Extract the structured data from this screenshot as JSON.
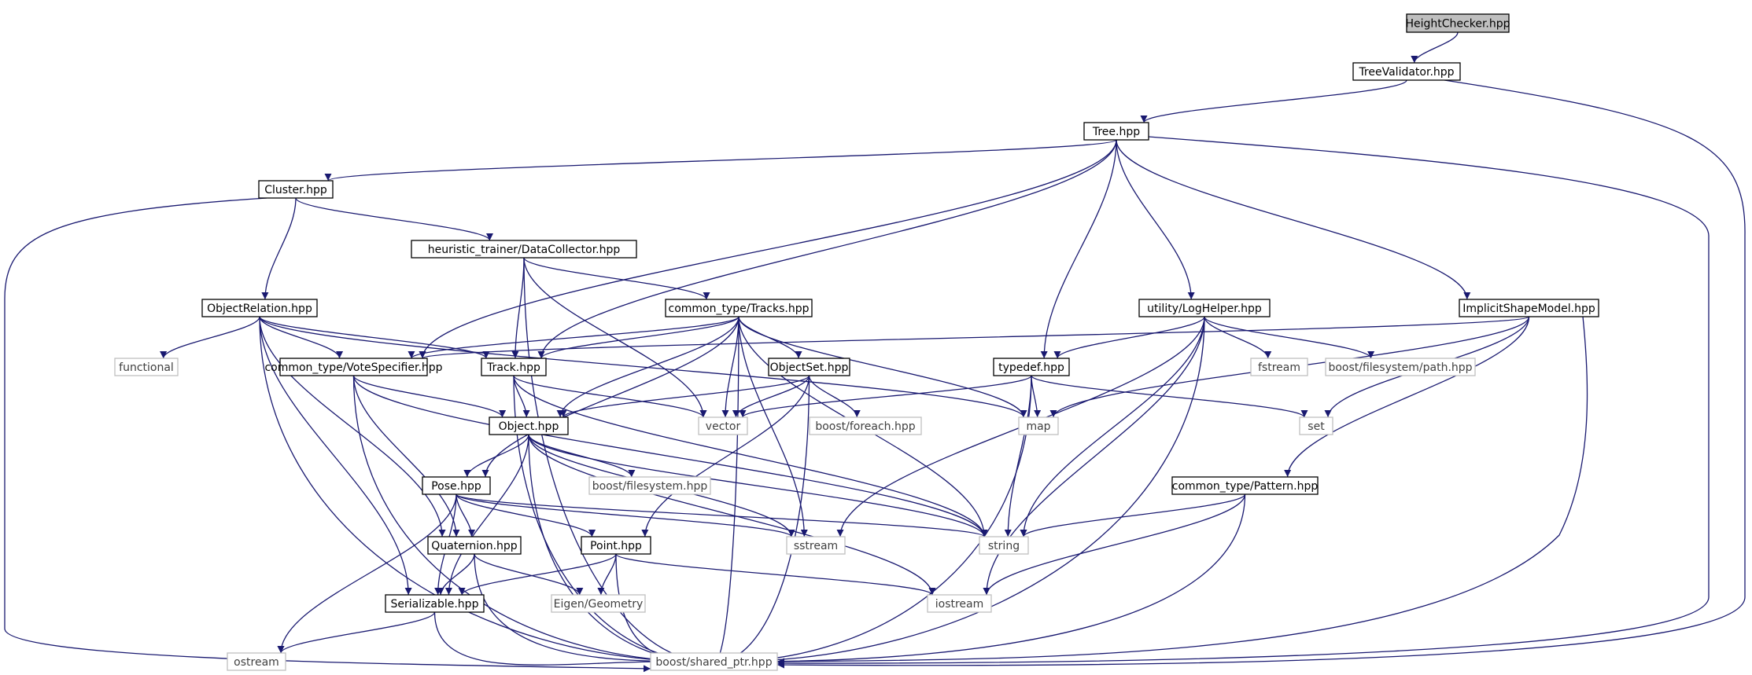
{
  "diagram": {
    "title": "",
    "colors": {
      "edge": "#191970",
      "node_border": "#000000",
      "external_border": "#bfbfbf",
      "external_text": "#404040",
      "root_fill": "#bfbfbf",
      "node_fill": "#ffffff",
      "text": "#000000"
    },
    "nodes": [
      {
        "id": "heightchecker",
        "label": "HeightChecker.hpp",
        "kind": "root"
      },
      {
        "id": "treevalidator",
        "label": "TreeValidator.hpp",
        "kind": "file"
      },
      {
        "id": "tree",
        "label": "Tree.hpp",
        "kind": "file"
      },
      {
        "id": "cluster",
        "label": "Cluster.hpp",
        "kind": "file"
      },
      {
        "id": "datacollector",
        "label": "heuristic_trainer/DataCollector.hpp",
        "kind": "file"
      },
      {
        "id": "objectrelation",
        "label": "ObjectRelation.hpp",
        "kind": "file"
      },
      {
        "id": "tracks",
        "label": "common_type/Tracks.hpp",
        "kind": "file"
      },
      {
        "id": "loghelper",
        "label": "utility/LogHelper.hpp",
        "kind": "file"
      },
      {
        "id": "ism",
        "label": "ImplicitShapeModel.hpp",
        "kind": "file"
      },
      {
        "id": "functional",
        "label": "functional",
        "kind": "external"
      },
      {
        "id": "votespecifier",
        "label": "common_type/VoteSpecifier.hpp",
        "kind": "file"
      },
      {
        "id": "track",
        "label": "Track.hpp",
        "kind": "file"
      },
      {
        "id": "objectset",
        "label": "ObjectSet.hpp",
        "kind": "file"
      },
      {
        "id": "typedef",
        "label": "typedef.hpp",
        "kind": "file"
      },
      {
        "id": "fstream",
        "label": "fstream",
        "kind": "external"
      },
      {
        "id": "boostpath",
        "label": "boost/filesystem/path.hpp",
        "kind": "external"
      },
      {
        "id": "vector",
        "label": "vector",
        "kind": "external"
      },
      {
        "id": "boostforeach",
        "label": "boost/foreach.hpp",
        "kind": "external"
      },
      {
        "id": "map",
        "label": "map",
        "kind": "external"
      },
      {
        "id": "set",
        "label": "set",
        "kind": "external"
      },
      {
        "id": "object",
        "label": "Object.hpp",
        "kind": "file"
      },
      {
        "id": "boostfs",
        "label": "boost/filesystem.hpp",
        "kind": "external"
      },
      {
        "id": "pose",
        "label": "Pose.hpp",
        "kind": "file"
      },
      {
        "id": "pattern",
        "label": "common_type/Pattern.hpp",
        "kind": "file"
      },
      {
        "id": "quaternion",
        "label": "Quaternion.hpp",
        "kind": "file"
      },
      {
        "id": "point",
        "label": "Point.hpp",
        "kind": "file"
      },
      {
        "id": "sstream",
        "label": "sstream",
        "kind": "external"
      },
      {
        "id": "string",
        "label": "string",
        "kind": "external"
      },
      {
        "id": "serializable",
        "label": "Serializable.hpp",
        "kind": "file"
      },
      {
        "id": "eigen",
        "label": "Eigen/Geometry",
        "kind": "external"
      },
      {
        "id": "iostream",
        "label": "iostream",
        "kind": "external"
      },
      {
        "id": "ostream",
        "label": "ostream",
        "kind": "external"
      },
      {
        "id": "sharedptr",
        "label": "boost/shared_ptr.hpp",
        "kind": "external"
      }
    ],
    "edges": [
      {
        "from": "heightchecker",
        "to": "treevalidator"
      },
      {
        "from": "treevalidator",
        "to": "tree"
      },
      {
        "from": "treevalidator",
        "to": "sharedptr"
      },
      {
        "from": "tree",
        "to": "cluster"
      },
      {
        "from": "tree",
        "to": "votespecifier"
      },
      {
        "from": "tree",
        "to": "track"
      },
      {
        "from": "tree",
        "to": "typedef"
      },
      {
        "from": "tree",
        "to": "loghelper"
      },
      {
        "from": "tree",
        "to": "ism"
      },
      {
        "from": "tree",
        "to": "sharedptr"
      },
      {
        "from": "cluster",
        "to": "objectrelation"
      },
      {
        "from": "cluster",
        "to": "datacollector"
      },
      {
        "from": "cluster",
        "to": "sharedptr"
      },
      {
        "from": "datacollector",
        "to": "tracks"
      },
      {
        "from": "datacollector",
        "to": "track"
      },
      {
        "from": "datacollector",
        "to": "vector"
      },
      {
        "from": "datacollector",
        "to": "sharedptr"
      },
      {
        "from": "objectrelation",
        "to": "functional"
      },
      {
        "from": "objectrelation",
        "to": "votespecifier"
      },
      {
        "from": "objectrelation",
        "to": "track"
      },
      {
        "from": "objectrelation",
        "to": "map"
      },
      {
        "from": "objectrelation",
        "to": "quaternion"
      },
      {
        "from": "objectrelation",
        "to": "serializable"
      },
      {
        "from": "objectrelation",
        "to": "sharedptr"
      },
      {
        "from": "tracks",
        "to": "track"
      },
      {
        "from": "tracks",
        "to": "objectset"
      },
      {
        "from": "tracks",
        "to": "vector"
      },
      {
        "from": "tracks",
        "to": "object"
      },
      {
        "from": "tracks",
        "to": "pose"
      },
      {
        "from": "tracks",
        "to": "map"
      },
      {
        "from": "tracks",
        "to": "sstream"
      },
      {
        "from": "tracks",
        "to": "string"
      },
      {
        "from": "tracks",
        "to": "votespecifier"
      },
      {
        "from": "tracks",
        "to": "sharedptr"
      },
      {
        "from": "loghelper",
        "to": "typedef"
      },
      {
        "from": "loghelper",
        "to": "fstream"
      },
      {
        "from": "loghelper",
        "to": "boostpath"
      },
      {
        "from": "loghelper",
        "to": "sstream"
      },
      {
        "from": "loghelper",
        "to": "string"
      },
      {
        "from": "loghelper",
        "to": "iostream"
      },
      {
        "from": "loghelper",
        "to": "sharedptr"
      },
      {
        "from": "ism",
        "to": "votespecifier"
      },
      {
        "from": "ism",
        "to": "map"
      },
      {
        "from": "ism",
        "to": "set"
      },
      {
        "from": "ism",
        "to": "pattern"
      },
      {
        "from": "ism",
        "to": "sharedptr"
      },
      {
        "from": "votespecifier",
        "to": "object"
      },
      {
        "from": "votespecifier",
        "to": "quaternion"
      },
      {
        "from": "votespecifier",
        "to": "string"
      },
      {
        "from": "votespecifier",
        "to": "sharedptr"
      },
      {
        "from": "track",
        "to": "object"
      },
      {
        "from": "track",
        "to": "vector"
      },
      {
        "from": "track",
        "to": "string"
      },
      {
        "from": "track",
        "to": "sharedptr"
      },
      {
        "from": "objectset",
        "to": "object"
      },
      {
        "from": "objectset",
        "to": "vector"
      },
      {
        "from": "objectset",
        "to": "boostforeach"
      },
      {
        "from": "objectset",
        "to": "point"
      },
      {
        "from": "objectset",
        "to": "sharedptr"
      },
      {
        "from": "typedef",
        "to": "vector"
      },
      {
        "from": "typedef",
        "to": "map"
      },
      {
        "from": "typedef",
        "to": "set"
      },
      {
        "from": "typedef",
        "to": "string"
      },
      {
        "from": "typedef",
        "to": "sharedptr"
      },
      {
        "from": "object",
        "to": "pose"
      },
      {
        "from": "object",
        "to": "boostfs"
      },
      {
        "from": "object",
        "to": "sstream"
      },
      {
        "from": "object",
        "to": "string"
      },
      {
        "from": "object",
        "to": "iostream"
      },
      {
        "from": "object",
        "to": "serializable"
      },
      {
        "from": "object",
        "to": "sharedptr"
      },
      {
        "from": "pose",
        "to": "quaternion"
      },
      {
        "from": "pose",
        "to": "point"
      },
      {
        "from": "pose",
        "to": "serializable"
      },
      {
        "from": "pose",
        "to": "sstream"
      },
      {
        "from": "pose",
        "to": "string"
      },
      {
        "from": "pose",
        "to": "ostream"
      },
      {
        "from": "pattern",
        "to": "string"
      },
      {
        "from": "pattern",
        "to": "iostream"
      },
      {
        "from": "pattern",
        "to": "sharedptr"
      },
      {
        "from": "quaternion",
        "to": "serializable"
      },
      {
        "from": "quaternion",
        "to": "eigen"
      },
      {
        "from": "quaternion",
        "to": "sharedptr"
      },
      {
        "from": "point",
        "to": "serializable"
      },
      {
        "from": "point",
        "to": "eigen"
      },
      {
        "from": "point",
        "to": "iostream"
      },
      {
        "from": "point",
        "to": "sharedptr"
      },
      {
        "from": "serializable",
        "to": "ostream"
      },
      {
        "from": "serializable",
        "to": "sharedptr"
      }
    ]
  }
}
